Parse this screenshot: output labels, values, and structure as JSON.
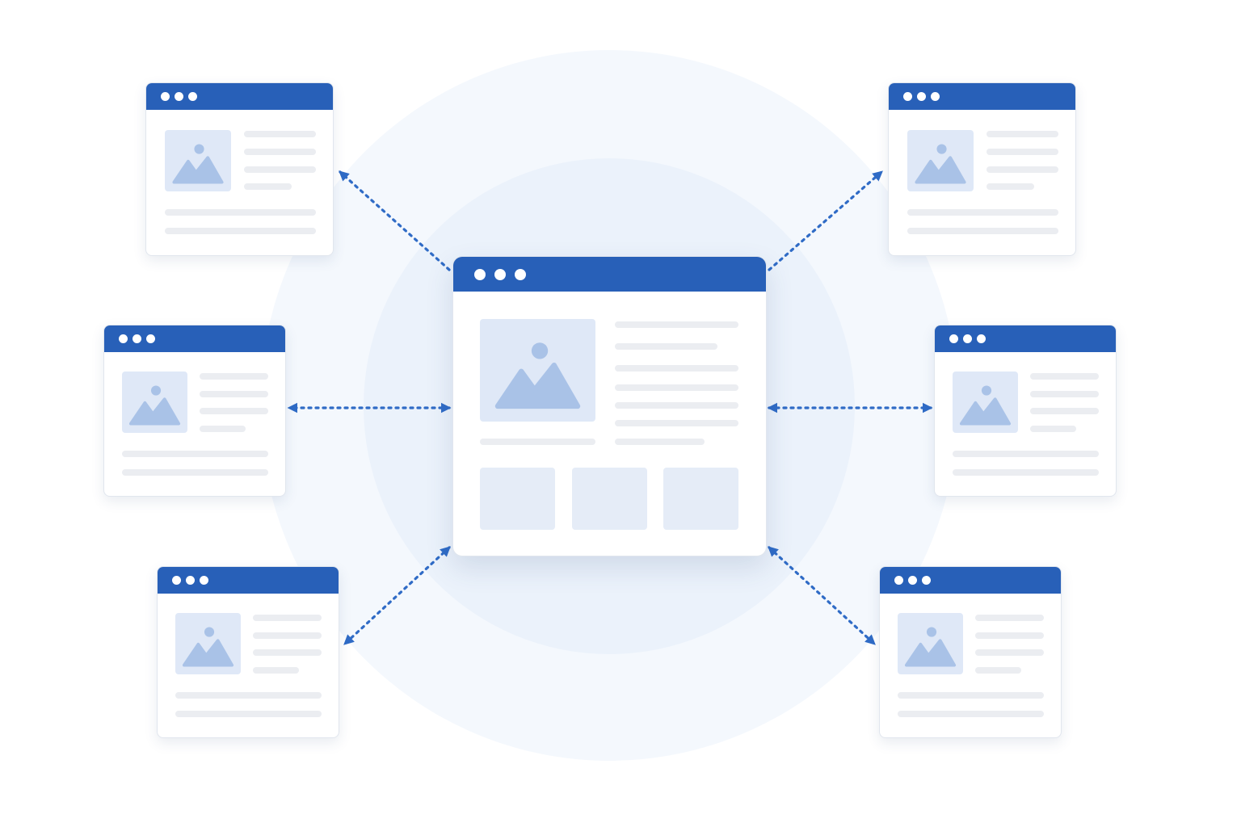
{
  "diagram": {
    "layout": "hub-and-spoke",
    "hub": {
      "type": "browser-window",
      "titlebar_dots": 3,
      "thumbnail_icon": "image-placeholder-icon",
      "text_lines": 7,
      "tiles": 3
    },
    "spokes": [
      {
        "id": "top-left",
        "type": "browser-window",
        "thumbnail_icon": "image-placeholder-icon"
      },
      {
        "id": "top-right",
        "type": "browser-window",
        "thumbnail_icon": "image-placeholder-icon"
      },
      {
        "id": "middle-left",
        "type": "browser-window",
        "thumbnail_icon": "image-placeholder-icon"
      },
      {
        "id": "middle-right",
        "type": "browser-window",
        "thumbnail_icon": "image-placeholder-icon"
      },
      {
        "id": "bottom-left",
        "type": "browser-window",
        "thumbnail_icon": "image-placeholder-icon"
      },
      {
        "id": "bottom-right",
        "type": "browser-window",
        "thumbnail_icon": "image-placeholder-icon"
      }
    ],
    "connector": {
      "style": "dotted",
      "arrowheads": "both-ends"
    }
  },
  "colors": {
    "titlebar": "#2860b8",
    "connector": "#2f6bc6",
    "thumbnail": "#dfe8f7",
    "thumbnail_glyph": "#a9c2e7",
    "placeholder_line": "#ebedf1",
    "halo_outer": "#f4f8fd",
    "halo_inner": "#ebf2fb"
  }
}
